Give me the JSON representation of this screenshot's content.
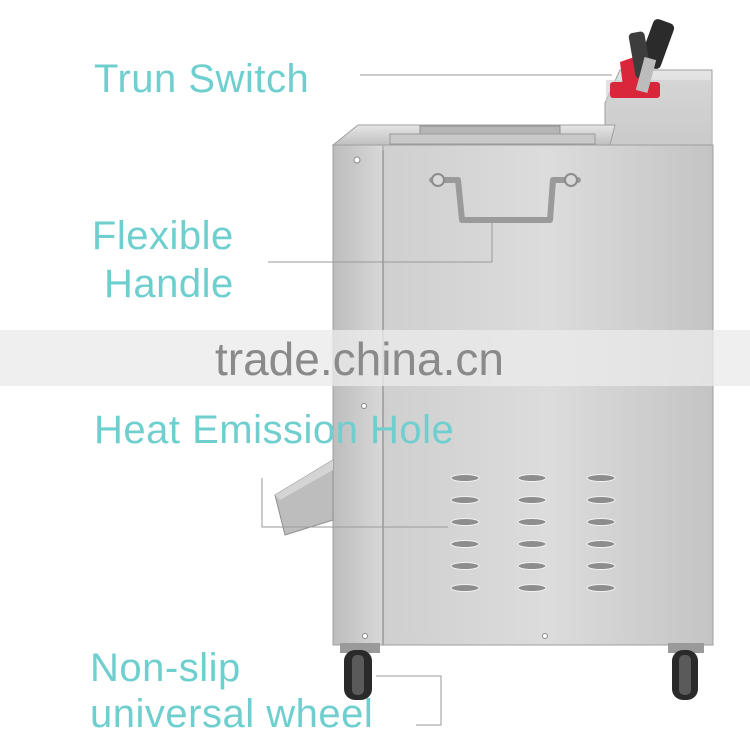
{
  "labels": {
    "switch": "Trun Switch",
    "handle_line1": "Flexible",
    "handle_line2": "Handle",
    "heat": "Heat Emission Hole",
    "wheel_line1": "Non-slip",
    "wheel_line2": "universal wheel"
  },
  "watermark": "trade.china.cn",
  "colors": {
    "label": "#6fcfcf",
    "steel_light": "#d6d6d6",
    "steel_dark": "#a9a9a9",
    "switch_red": "#d9263a",
    "leader_line": "#9a9a9a"
  }
}
